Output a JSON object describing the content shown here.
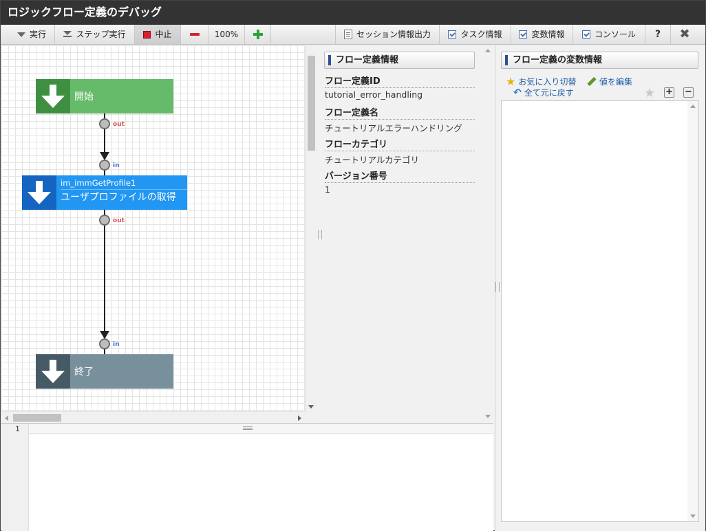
{
  "window": {
    "title": "ロジックフロー定義のデバッグ"
  },
  "toolbar": {
    "run": "実行",
    "step_run": "ステップ実行",
    "stop": "中止",
    "zoom": "100%",
    "session_output": "セッション情報出力",
    "task_info": "タスク情報",
    "variable_info": "変数情報",
    "console": "コンソール",
    "help": "?"
  },
  "flow": {
    "start": {
      "label": "開始",
      "color": "#66bb6a"
    },
    "task": {
      "id": "im_immGetProfile1",
      "label": "ユーザプロファイルの取得",
      "color": "#2196f3"
    },
    "end": {
      "label": "終了",
      "color": "#78909c"
    },
    "ports": {
      "out": "out",
      "in": "in"
    }
  },
  "definition": {
    "header": "フロー定義情報",
    "fields": [
      {
        "label": "フロー定義ID",
        "value": "tutorial_error_handling"
      },
      {
        "label": "フロー定義名",
        "value": "チュートリアルエラーハンドリング"
      },
      {
        "label": "フローカテゴリ",
        "value": "チュートリアルカテゴリ"
      },
      {
        "label": "バージョン番号",
        "value": "1"
      }
    ]
  },
  "console": {
    "line_number": "1"
  },
  "variables": {
    "header": "フロー定義の変数情報",
    "favorite_toggle": "お気に入り切替",
    "edit_value": "値を編集",
    "reset_all": "全て元に戻す"
  }
}
